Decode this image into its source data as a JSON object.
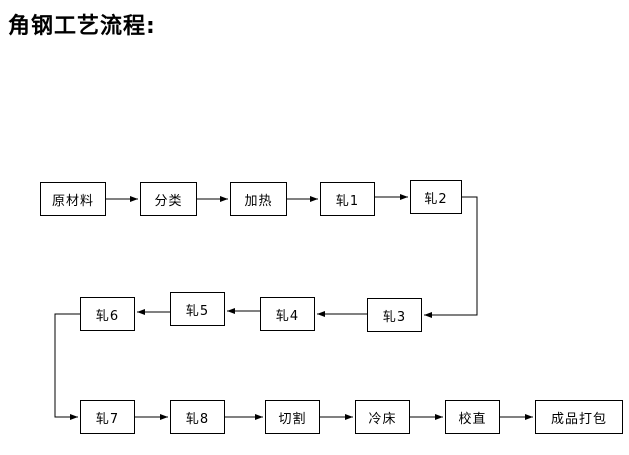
{
  "title": "角钢工艺流程:",
  "nodes": {
    "raw_material": "原材料",
    "classify": "分类",
    "heat": "加热",
    "roll1": "轧1",
    "roll2": "轧2",
    "roll3": "轧3",
    "roll4": "轧4",
    "roll5": "轧5",
    "roll6": "轧6",
    "roll7": "轧7",
    "roll8": "轧8",
    "cut": "切割",
    "cooling_bed": "冷床",
    "straighten": "校直",
    "pack": "成品打包"
  },
  "colors": {
    "line": "#000000",
    "box_border": "#000000",
    "background": "#ffffff",
    "text": "#000000"
  }
}
